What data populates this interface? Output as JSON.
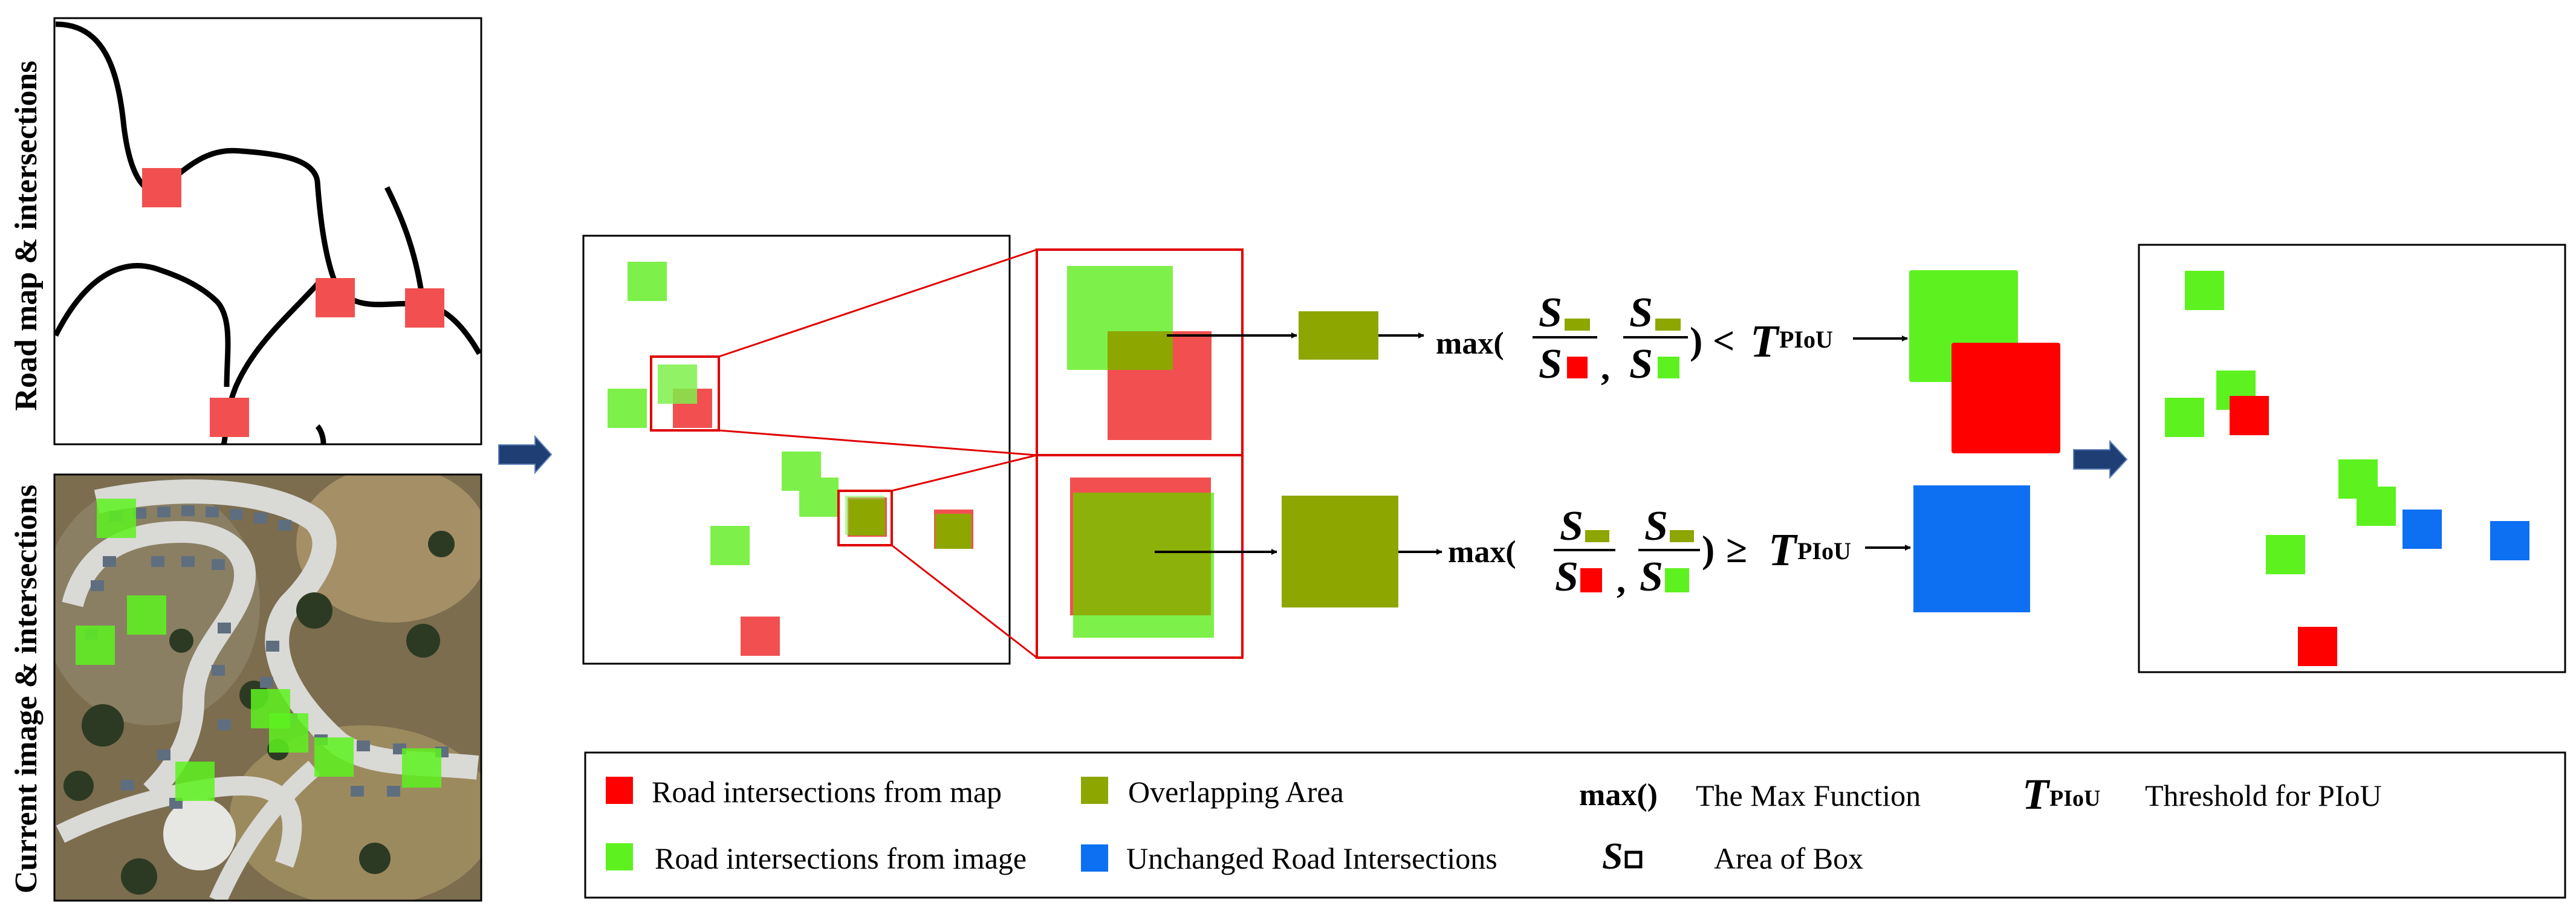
{
  "labels": {
    "road_map": "Road map & intersections",
    "current_image": "Current image & intersections"
  },
  "formula": {
    "max": "max(",
    "close": ")",
    "comma": ",",
    "S": "S",
    "lt": "<",
    "ge": "≥",
    "T": "T",
    "piou": "PIoU"
  },
  "legend": {
    "map_label": "Road intersections from map",
    "image_label": "Road intersections from image",
    "overlap_label": "Overlapping Area",
    "unchanged_label": "Unchanged Road Intersections",
    "max_symbol": "max()",
    "max_desc": "The Max Function",
    "area_symbol": "S",
    "area_desc": "Area of  Box",
    "t_symbol": "T",
    "t_sub": "PIoU",
    "t_desc": "Threshold for PIoU"
  },
  "colors": {
    "map_red": "#ff0000",
    "map_red_light": "#f25050",
    "image_green": "#5df21f",
    "image_green_light": "#7ef04a",
    "overlap": "#8ea600",
    "unchanged_blue": "#0d6ff2",
    "arrow_navy": "#1f3f74"
  }
}
